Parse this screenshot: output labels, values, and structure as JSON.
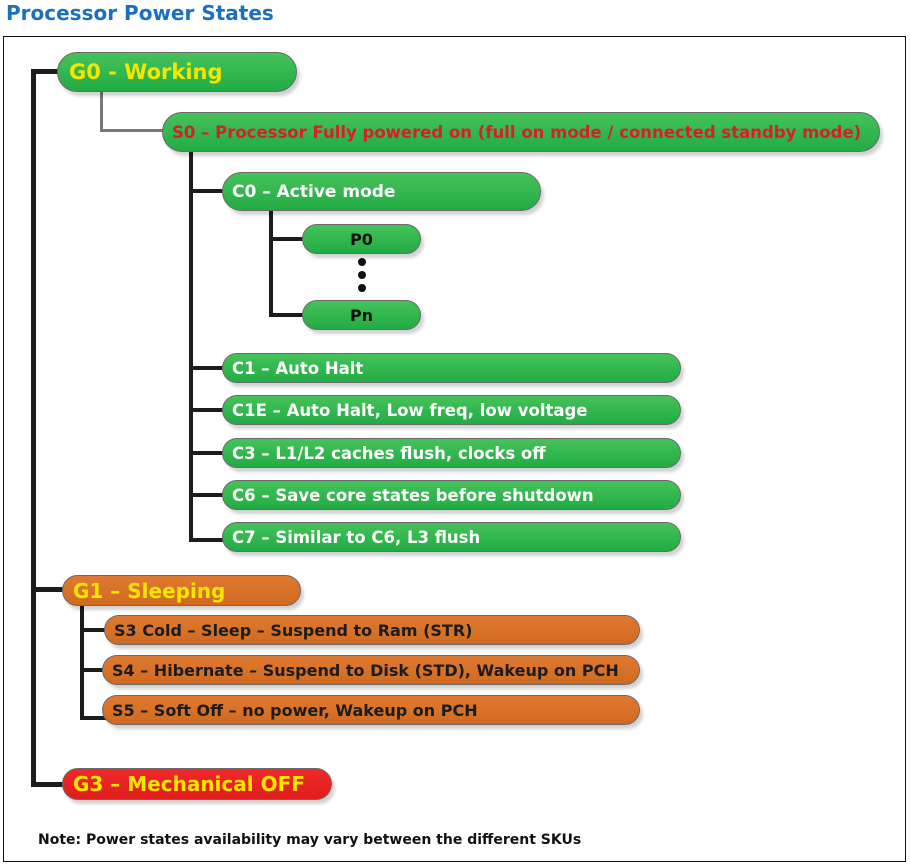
{
  "title": "Processor Power States",
  "colors": {
    "title": "#1a6fc0",
    "working": "#2db34c",
    "sleeping": "#d8722a",
    "off": "#e8202a",
    "group_label": "#f5e600",
    "s0_label": "#d4202a"
  },
  "g0": {
    "label": "G0 - Working"
  },
  "s0": {
    "label": "S0 – Processor Fully powered on (full on mode / connected standby mode)"
  },
  "c0": {
    "label": "C0 – Active mode",
    "p_states": [
      "P0",
      "Pn"
    ]
  },
  "c_states": [
    "C1 – Auto Halt",
    "C1E – Auto Halt, Low freq, low voltage",
    "C3 – L1/L2 caches flush, clocks off",
    "C6 – Save core states before shutdown",
    "C7 – Similar to C6, L3 flush"
  ],
  "g1": {
    "label": "G1 – Sleeping"
  },
  "s_states": [
    "S3 Cold – Sleep – Suspend to Ram (STR)",
    "S4 – Hibernate – Suspend to Disk (STD), Wakeup on PCH",
    "S5 – Soft Off – no power, Wakeup on PCH"
  ],
  "g3": {
    "label": "G3 – Mechanical OFF"
  },
  "note": "Note: Power states availability may vary between the different SKUs"
}
